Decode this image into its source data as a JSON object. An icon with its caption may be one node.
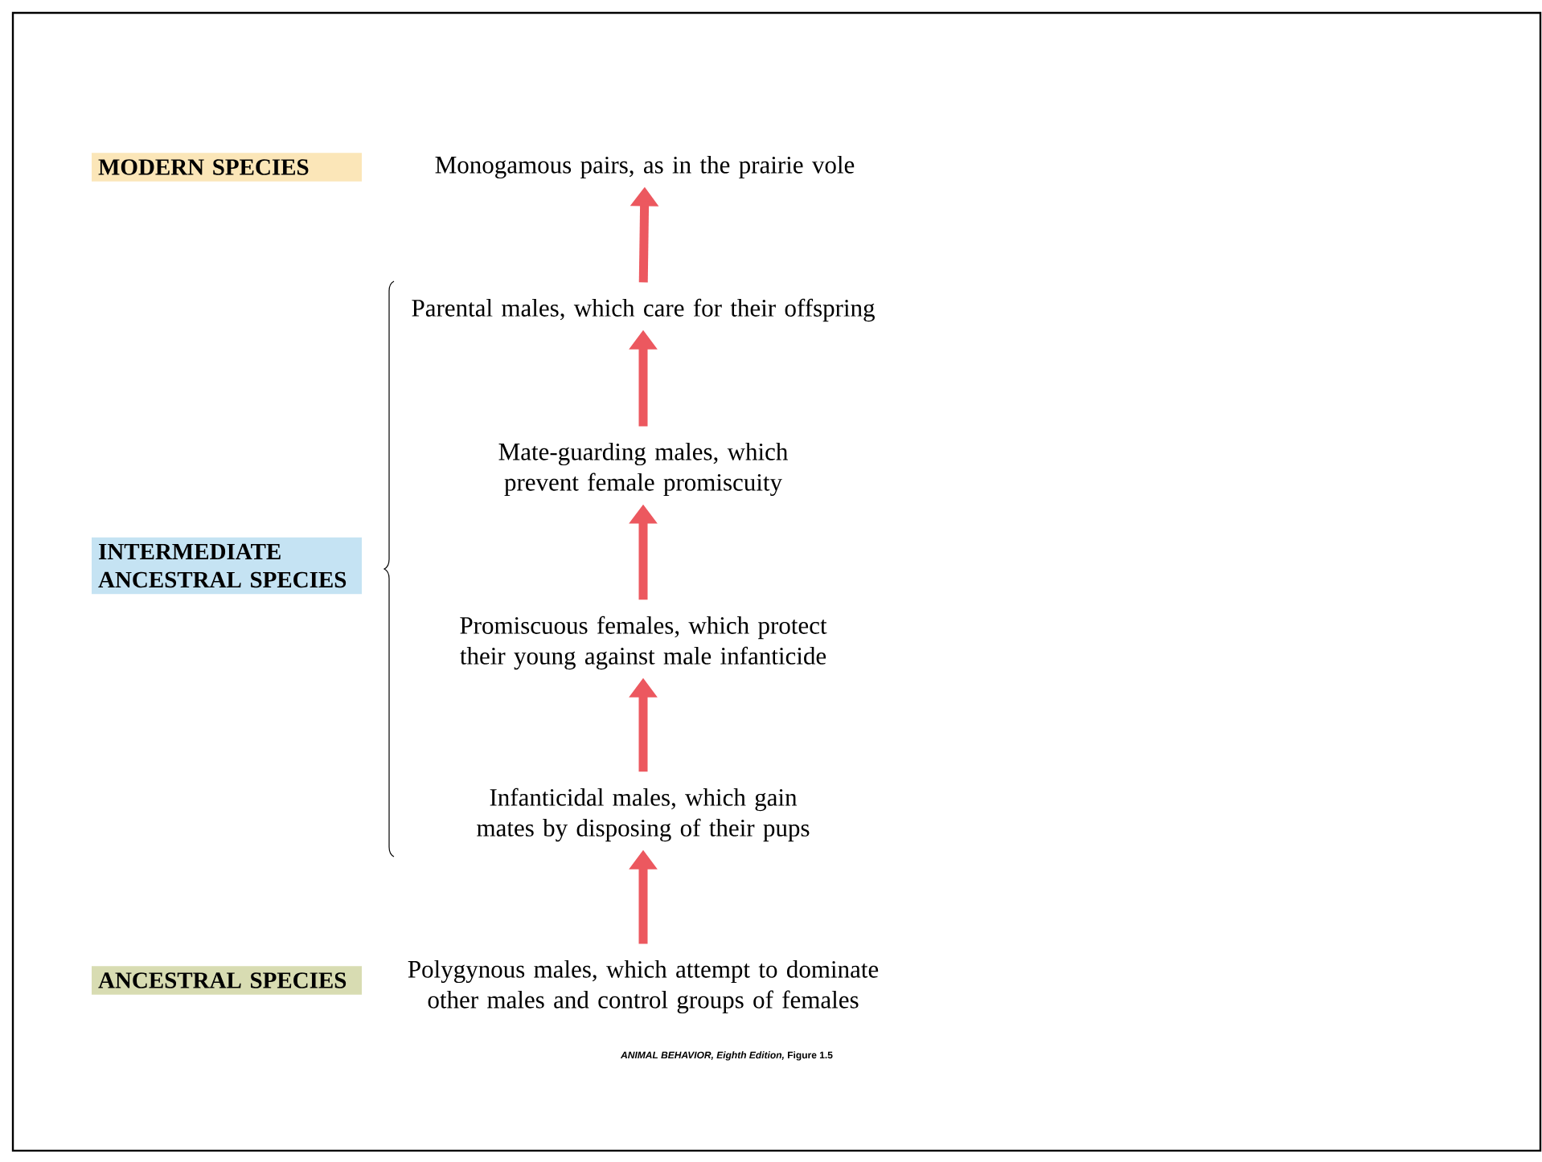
{
  "diagram": {
    "nodes": [
      {
        "text": [
          "MODERN SPECIES"
        ]
      },
      {
        "text": [
          "Monogamous pairs, as in the prairie vole"
        ]
      },
      {
        "text": [
          "Parental males, which care for their offspring"
        ]
      },
      {
        "text": [
          "Mate-guarding males, which prevent female promiscuity"
        ]
      },
      {
        "text": [
          "INTERMEDIATE ANCESTRAL SPECIES"
        ]
      },
      {
        "text": [
          "Promiscuous females, which protect their young against male infanticide"
        ]
      },
      {
        "text": [
          "Infanticidal males, which gain mates by disposing of their pups"
        ]
      },
      {
        "text": [
          "ANCESTRAL SPECIES"
        ]
      },
      {
        "text": [
          "Polygynous males, which attempt to dominate other males and control groups of females"
        ]
      }
    ],
    "edges": [
      {
        "from": 2,
        "to": 1,
        "arrow": "to"
      },
      {
        "from": 3,
        "to": 2,
        "arrow": "to"
      },
      {
        "from": 5,
        "to": 3,
        "arrow": "to"
      },
      {
        "from": 6,
        "to": 5,
        "arrow": "to"
      },
      {
        "from": 8,
        "to": 6,
        "arrow": "to"
      }
    ],
    "labels": [
      "*ANIMAL BEHAVIOR, Eighth Edition,* Figure 1.5"
    ]
  }
}
